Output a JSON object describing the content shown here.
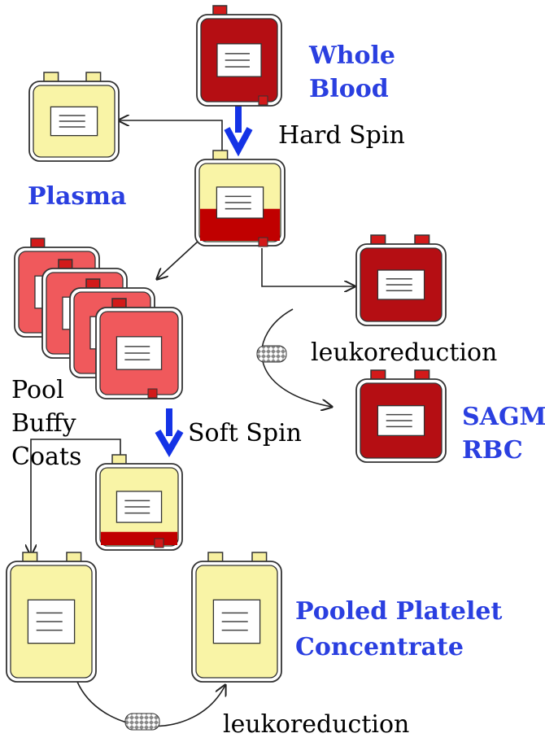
{
  "labels": {
    "whole_blood": [
      "Whole",
      "Blood"
    ],
    "hard_spin": "Hard Spin",
    "plasma": "Plasma",
    "leukoreduction_1": "leukoreduction",
    "sagm_rbc": [
      "SAGM",
      "RBC"
    ],
    "pool_buffy_coats": [
      "Pool",
      "Buffy",
      "Coats"
    ],
    "soft_spin": "Soft Spin",
    "pooled_platelet_concentrate": [
      "Pooled Platelet",
      "Concentrate"
    ],
    "leukoreduction_2": "leukoreduction"
  },
  "colors": {
    "dark_red": "#b50e13",
    "light_red": "#f0595c",
    "pale_yellow": "#f9f4a6",
    "blood_red": "#c00000",
    "label_blue": "#2a3fe0",
    "arrow_blue": "#1433e6",
    "tab_yellow": "#f7f0a0"
  }
}
